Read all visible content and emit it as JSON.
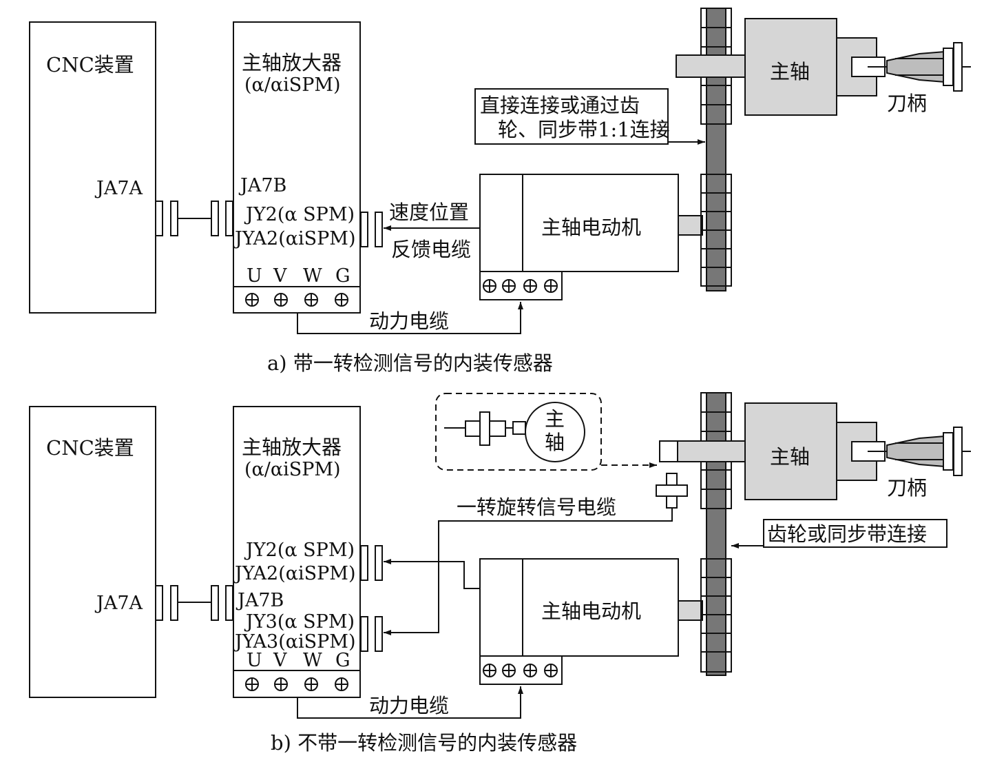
{
  "diagram_a": {
    "cnc_label": "CNC装置",
    "cnc_port": "JA7A",
    "amp_title": "主轴放大器",
    "amp_subtitle": "(α/αiSPM)",
    "amp_port_ja7b": "JA7B",
    "amp_port_jy2": "JY2(α SPM)",
    "amp_port_jya2": "JYA2(αiSPM)",
    "terminals": [
      "U",
      "V",
      "W",
      "G"
    ],
    "feedback_cable_line1": "速度位置",
    "feedback_cable_line2": "反馈电缆",
    "motor_label": "主轴电动机",
    "power_cable": "动力电缆",
    "spindle_label": "主轴",
    "tool_holder": "刀柄",
    "note_line1": "直接连接或通过齿",
    "note_line2": "轮、同步带1:1连接",
    "caption": "a) 带一转检测信号的内装传感器"
  },
  "diagram_b": {
    "cnc_label": "CNC装置",
    "cnc_port": "JA7A",
    "amp_title": "主轴放大器",
    "amp_subtitle": "(α/αiSPM)",
    "amp_port_jy2": "JY2(α SPM)",
    "amp_port_jya2": "JYA2(αiSPM)",
    "amp_port_ja7b": "JA7B",
    "amp_port_jy3": "JY3(α SPM)",
    "amp_port_jya3": "JYA3(αiSPM)",
    "terminals": [
      "U",
      "V",
      "W",
      "G"
    ],
    "detail_spindle_char1": "主",
    "detail_spindle_char2": "轴",
    "one_rev_cable": "一转旋转信号电缆",
    "gear_note": "齿轮或同步带连接",
    "motor_label": "主轴电动机",
    "power_cable": "动力电缆",
    "spindle_label": "主轴",
    "tool_holder": "刀柄",
    "caption": "b) 不带一转检测信号的内装传感器"
  }
}
